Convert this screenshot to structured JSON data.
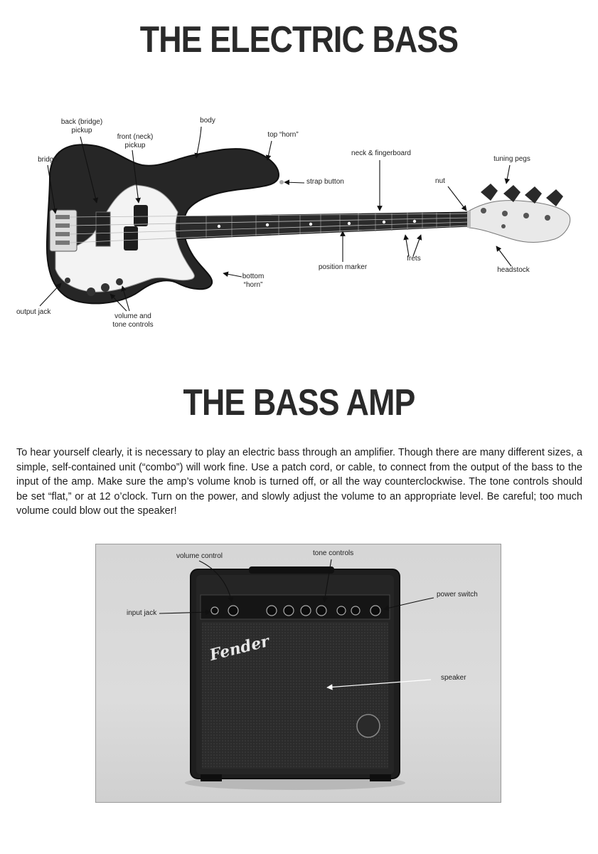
{
  "titles": {
    "electric_bass": "THE ELECTRIC BASS",
    "bass_amp": "THE BASS AMP"
  },
  "bass_labels": {
    "back_pickup_1": "back (bridge)",
    "back_pickup_2": "pickup",
    "front_pickup_1": "front (neck)",
    "front_pickup_2": "pickup",
    "body": "body",
    "top_horn": "top “horn”",
    "bridge": "bridge",
    "strap_button": "strap button",
    "neck": "neck & fingerboard",
    "tuning_pegs": "tuning pegs",
    "nut": "nut",
    "frets": "frets",
    "position_marker": "position marker",
    "headstock": "headstock",
    "bottom_horn_1": "bottom",
    "bottom_horn_2": "“horn”",
    "output_jack": "output jack",
    "controls_1": "volume and",
    "controls_2": "tone controls"
  },
  "paragraph": "To hear yourself clearly, it is necessary to play an electric bass through an amplifier. Though there are many different sizes, a simple, self-contained unit (“combo”) will work fine. Use a patch cord, or cable, to connect from the output of the bass to the input of the amp. Make sure the amp’s volume knob is turned off, or all the way counterclockwise. The tone controls should be set “flat,” or at 12 o’clock. Turn on the power, and slowly adjust the volume to an appropriate level. Be careful; too much volume could blow out the speaker!",
  "amp_labels": {
    "volume_control": "volume control",
    "tone_controls": "tone controls",
    "power_switch": "power switch",
    "input_jack": "input jack",
    "speaker": "speaker"
  },
  "brand": {
    "logo_text": "Fender"
  }
}
